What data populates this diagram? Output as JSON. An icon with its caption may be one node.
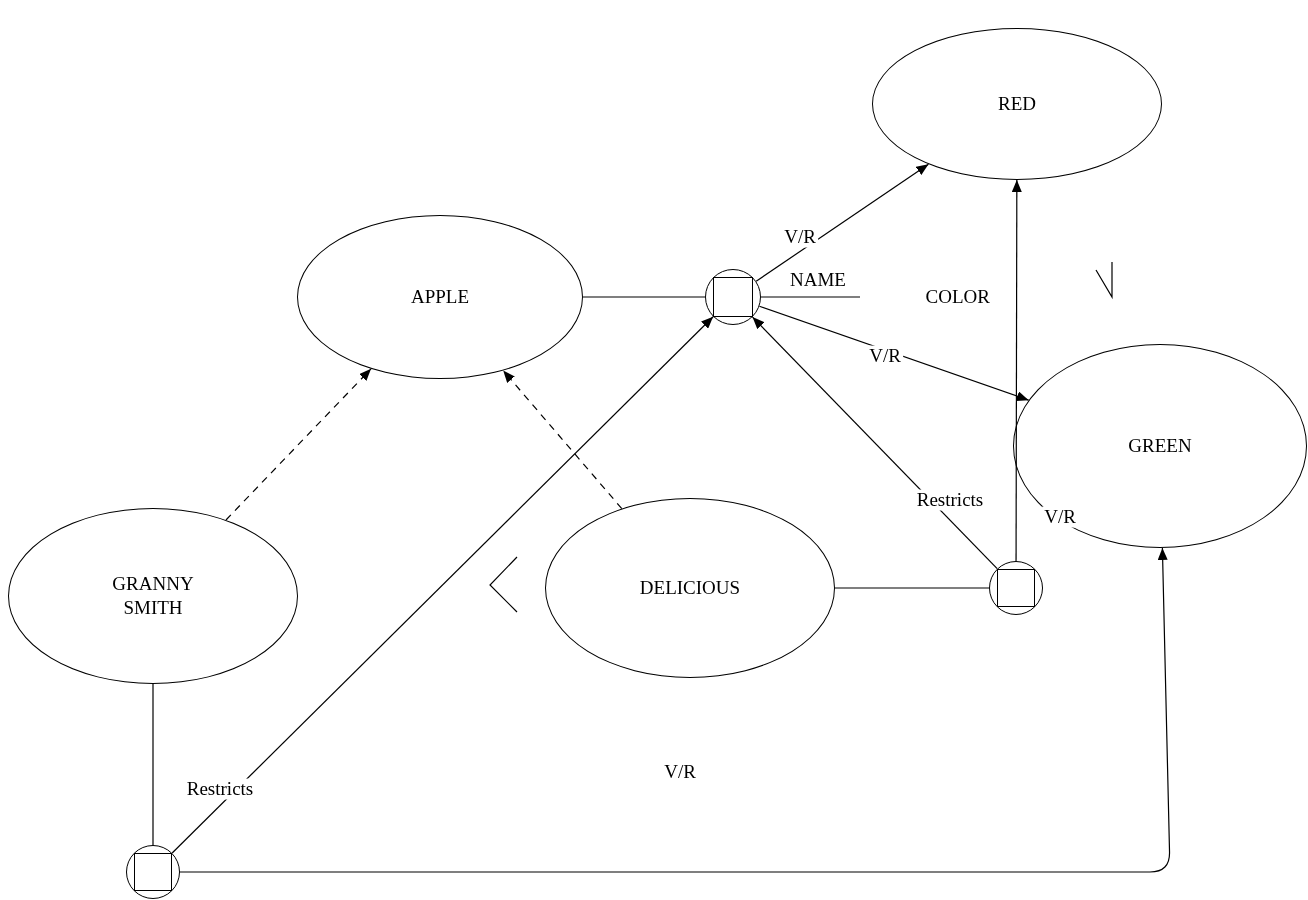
{
  "diagram": {
    "nodes": [
      {
        "text": [
          "RED"
        ]
      },
      {
        "text": [
          "APPLE"
        ]
      },
      {
        "text": [],
        "shape": "circle"
      },
      {
        "text": [
          "COLOR"
        ]
      },
      {
        "text": [
          "GREEN"
        ]
      },
      {
        "text": [
          "GRANNY SMITH"
        ]
      },
      {
        "text": [
          "DELICIOUS"
        ]
      },
      {
        "text": [],
        "shape": "circle"
      },
      {
        "text": [],
        "shape": "circle"
      }
    ],
    "edges": [
      {
        "from": 1,
        "to": 2,
        "arrow": "none"
      },
      {
        "from": 2,
        "to": 0,
        "arrow": "to",
        "label": "V/R"
      },
      {
        "from": 2,
        "to": 3,
        "arrow": "none",
        "label": "NAME"
      },
      {
        "from": 2,
        "to": 4,
        "arrow": "to",
        "label": "V/R"
      },
      {
        "from": 5,
        "to": 1,
        "arrow": "to",
        "style": "dashed"
      },
      {
        "from": 6,
        "to": 1,
        "arrow": "to",
        "style": "dashed"
      },
      {
        "from": 8,
        "to": 2,
        "arrow": "to",
        "label": "Restricts"
      },
      {
        "from": 7,
        "to": 2,
        "arrow": "to",
        "label": "Restricts"
      },
      {
        "from": 6,
        "to": 7,
        "arrow": "none"
      },
      {
        "from": 7,
        "to": 0,
        "arrow": "to",
        "label": "V/R"
      },
      {
        "from": 5,
        "to": 8,
        "arrow": "none"
      },
      {
        "from": 8,
        "to": 4,
        "arrow": "to",
        "label": "V/R"
      }
    ]
  }
}
